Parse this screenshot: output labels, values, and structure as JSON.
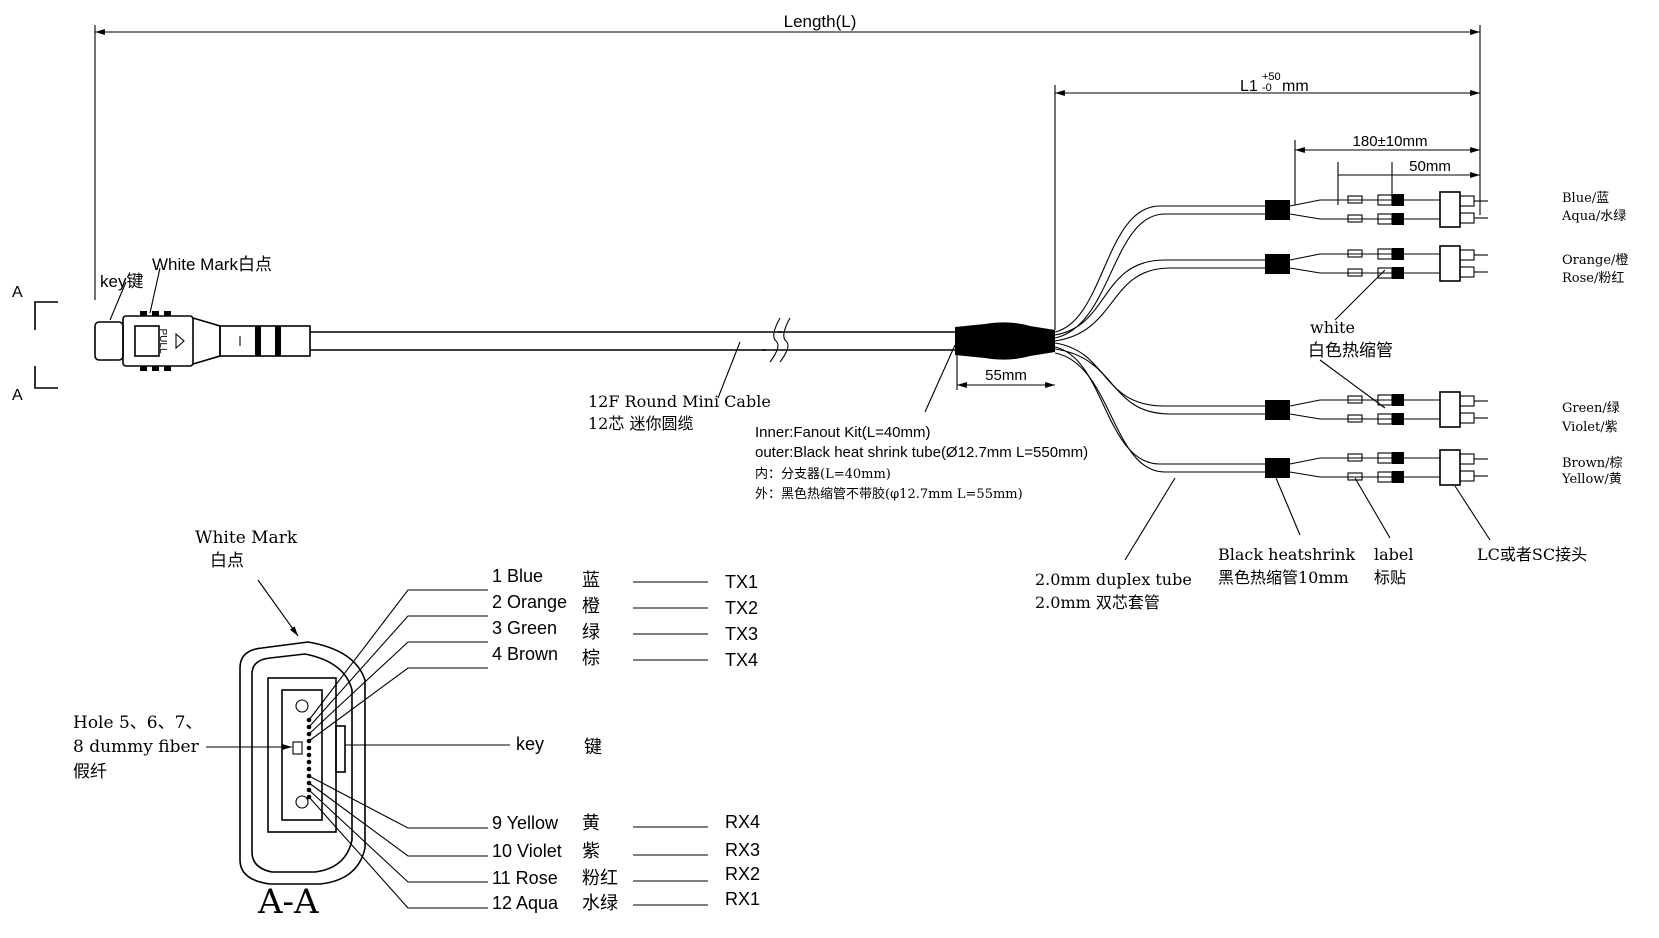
{
  "dimensions": {
    "length": "Length(L)",
    "l1_main": "L1",
    "l1_plus": "+50",
    "l1_minus": "-0",
    "l1_unit": "mm",
    "breakout": "180±10mm",
    "fifty": "50mm",
    "fiftyfive": "55mm"
  },
  "section_markers": {
    "top": "A",
    "bottom": "A"
  },
  "connector": {
    "key": "key键",
    "white_mark": "White Mark白点",
    "pull": "PULL"
  },
  "cable": {
    "en": "12F Round Mini Cable",
    "cn": "12芯 迷你圆缆"
  },
  "fanout": {
    "inner_en": "Inner:Fanout Kit(L=40mm)",
    "outer_en": "outer:Black heat shrink tube(Ø12.7mm L=550mm)",
    "inner_cn": "内：分支器(L=40mm)",
    "outer_cn": "外：黑色热缩管不带胶(φ12.7mm L=55mm)"
  },
  "branches": [
    {
      "a": "Blue/蓝",
      "b": "Aqua/水绿"
    },
    {
      "a": "Orange/橙",
      "b": "Rose/粉红"
    },
    {
      "a": "Green/绿",
      "b": "Violet/紫"
    },
    {
      "a": "Brown/棕",
      "b": "Yellow/黄"
    }
  ],
  "white_shrink": {
    "en": "white",
    "cn": "白色热缩管"
  },
  "duplex_tube": {
    "en": "2.0mm duplex tube",
    "cn": "2.0mm 双芯套管"
  },
  "heatshrink": {
    "en": "Black heatshrink",
    "cn": "黑色热缩管10mm"
  },
  "label_tag": {
    "en": "label",
    "cn": "标贴"
  },
  "lc_sc": "LC或者SC接头",
  "section": {
    "white_mark_en": "White Mark",
    "white_mark_cn": "白点",
    "title": "A-A",
    "dummy_line1": "Hole 5、6、7、",
    "dummy_line2": "8 dummy fiber",
    "dummy_line3": "假纤",
    "key_en": "key",
    "key_cn": "键"
  },
  "pins": [
    {
      "en": "1 Blue",
      "cn": "蓝",
      "sig": "TX1"
    },
    {
      "en": "2 Orange",
      "cn": "橙",
      "sig": "TX2"
    },
    {
      "en": "3 Green",
      "cn": "绿",
      "sig": "TX3"
    },
    {
      "en": "4 Brown",
      "cn": "棕",
      "sig": "TX4"
    },
    {
      "en": "9 Yellow",
      "cn": "黄",
      "sig": "RX4"
    },
    {
      "en": "10 Violet",
      "cn": "紫",
      "sig": "RX3"
    },
    {
      "en": "11 Rose",
      "cn": "粉红",
      "sig": "RX2"
    },
    {
      "en": "12 Aqua",
      "cn": "水绿",
      "sig": "RX1"
    }
  ]
}
